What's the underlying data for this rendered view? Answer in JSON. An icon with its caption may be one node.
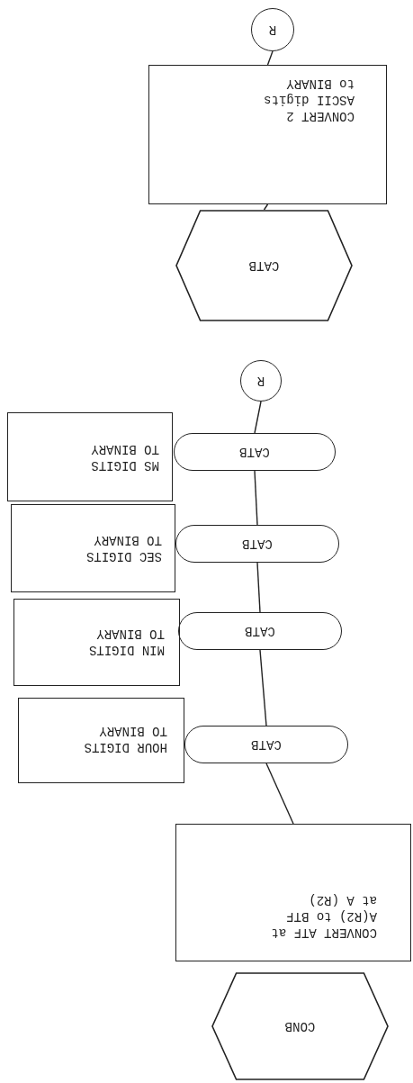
{
  "diagram": {
    "nodes": [
      {
        "text": [
          "CONB"
        ]
      },
      {
        "text": [
          "CONVERT ATF at A(R2) to BTF at A (R2)"
        ]
      },
      {
        "text": [
          "CATB"
        ]
      },
      {
        "text": [
          "HOUR DIGITS TO BINARY"
        ]
      },
      {
        "text": [
          "CATB"
        ]
      },
      {
        "text": [
          "MIN DIGITS TO BINARY"
        ]
      },
      {
        "text": [
          "CATB"
        ]
      },
      {
        "text": [
          "SEC DIGITS TO BINARY"
        ]
      },
      {
        "text": [
          "CATB"
        ]
      },
      {
        "text": [
          "MS DIGITS TO BINARY"
        ]
      },
      {
        "text": [
          "R"
        ]
      },
      {
        "text": [
          "CATB"
        ]
      },
      {
        "text": [
          "CONVERT 2 ASCII digits to BINARY"
        ]
      },
      {
        "text": [
          "R"
        ]
      }
    ],
    "edges": [
      {
        "from": 1,
        "to": 2,
        "arrow": "none"
      },
      {
        "from": 2,
        "to": 4,
        "arrow": "none"
      },
      {
        "from": 4,
        "to": 6,
        "arrow": "none"
      },
      {
        "from": 6,
        "to": 8,
        "arrow": "none"
      },
      {
        "from": 8,
        "to": 10,
        "arrow": "none"
      },
      {
        "from": 11,
        "to": 12,
        "arrow": "none"
      },
      {
        "from": 12,
        "to": 13,
        "arrow": "none"
      }
    ]
  }
}
